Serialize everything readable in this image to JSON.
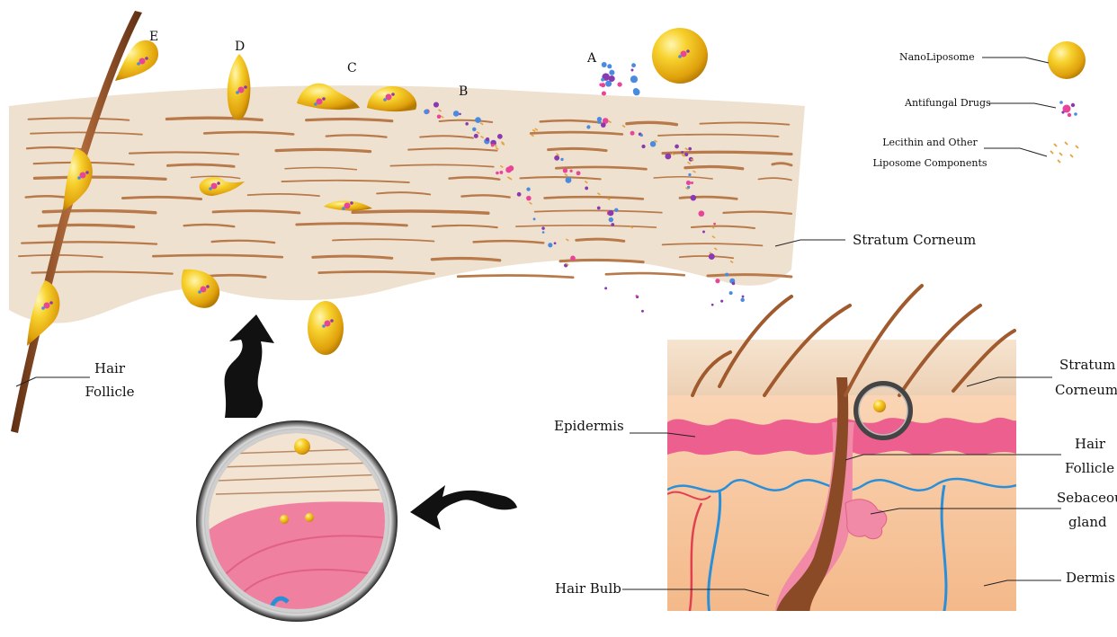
{
  "letters": {
    "a": "A",
    "b": "B",
    "c": "C",
    "d": "D",
    "e": "E"
  },
  "legend": {
    "nanoliposome": "NanoLiposome",
    "antifungal_drugs": "Antifungal Drugs",
    "lecithin_line1": "Lecithin and Other",
    "lecithin_line2": "Liposome Components"
  },
  "labels": {
    "stratum_corneum_top": "Stratum Corneum",
    "hair_follicle_left_line1": "Hair",
    "hair_follicle_left_line2": "Follicle",
    "stratum_corneum_right_line1": "Stratum",
    "stratum_corneum_right_line2": "Corneum",
    "epidermis": "Epidermis",
    "hair_follicle_right_line1": "Hair",
    "hair_follicle_right_line2": "Follicle",
    "sebaceous_line1": "Sebaceous",
    "sebaceous_line2": "gland",
    "dermis": "Dermis",
    "hair_bulb": "Hair Bulb"
  },
  "colors": {
    "stratum_fill": "#efe1cf",
    "stratum_streak": "#b87a4a",
    "hair": "#8a4a25",
    "liposome_gold": "#f3c21a",
    "liposome_dark": "#c98e07",
    "drug_pink": "#e8449a",
    "drug_blue": "#4a8be0",
    "drug_purple": "#8a3ab0",
    "component_orange": "#e3a23b",
    "epidermis_pink": "#ec5f8f",
    "dermis_peach": "#f6c99e",
    "vessel_blue": "#2a8fd8",
    "vessel_red": "#e04050",
    "arrow_black": "#111111"
  }
}
